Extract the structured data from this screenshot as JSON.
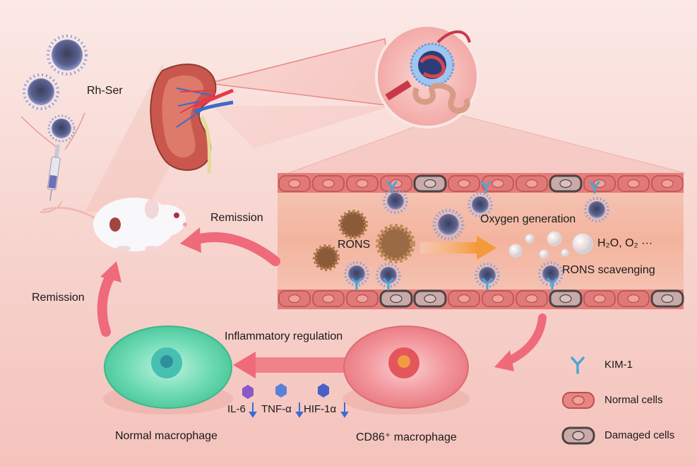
{
  "labels": {
    "rh_ser": "Rh-Ser",
    "remission_top": "Remission",
    "remission_left": "Remission",
    "rons": "RONS",
    "oxygen_generation": "Oxygen generation",
    "rons_scavenging": "RONS scavenging",
    "products": "H₂O, O₂ ···",
    "inflammatory_regulation": "Inflammatory regulation",
    "normal_macrophage": "Normal macrophage",
    "cd86_macrophage": "CD86⁺ macrophage",
    "il6": "IL-6",
    "tnf": "TNF-α",
    "hif": "HIF-1α"
  },
  "legend": {
    "kim1": "KIM-1",
    "normal_cells": "Normal cells",
    "damaged_cells": "Damaged cells"
  },
  "colors": {
    "background": "#f7d3cd",
    "arrow": "#ef6a7a",
    "normal_cell": "#e07a78",
    "damaged_cell": "#6e6767",
    "kim1": "#4aa6d6",
    "nanozyme": "#6a78b8",
    "rons": "#9a6a44",
    "normal_macrophage": "#5fd3a6",
    "cd86_macrophage": "#ef8c94"
  }
}
